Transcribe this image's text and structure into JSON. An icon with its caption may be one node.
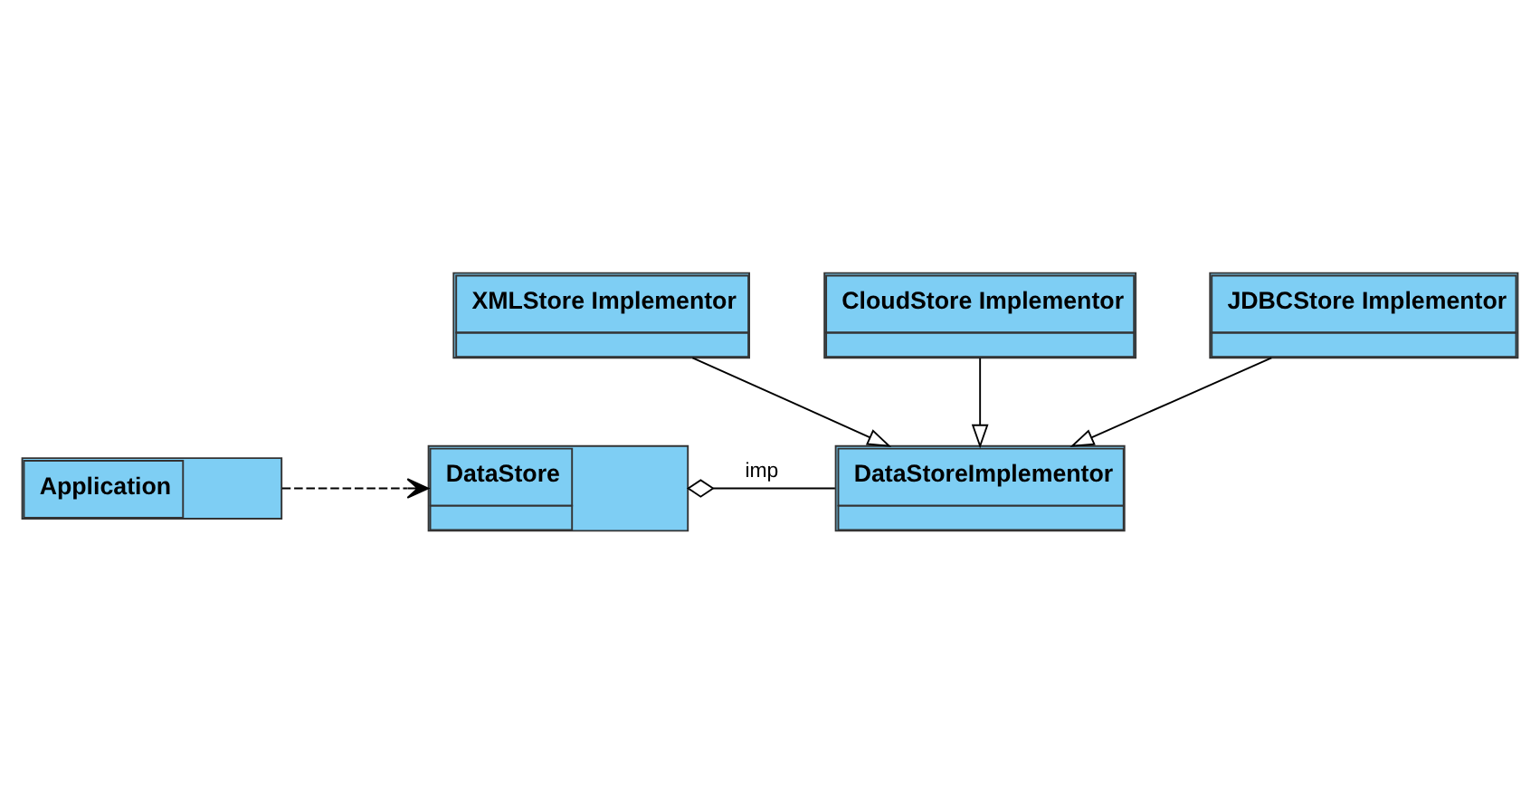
{
  "diagram": {
    "nodes": [
      {
        "text": [
          "Application"
        ]
      },
      {
        "text": [
          "DataStore"
        ]
      },
      {
        "text": [
          "DataStoreImplementor"
        ]
      },
      {
        "text": [
          "XMLStore Implementor"
        ]
      },
      {
        "text": [
          "CloudStore Implementor"
        ]
      },
      {
        "text": [
          "JDBCStore Implementor"
        ]
      }
    ],
    "edges": [
      {
        "from": 0,
        "to": 1,
        "arrow": "to",
        "style": "dashed"
      },
      {
        "from": 1,
        "to": 2,
        "arrow": "other",
        "label": "imp"
      },
      {
        "from": 3,
        "to": 2,
        "arrow": "to"
      },
      {
        "from": 4,
        "to": 2,
        "arrow": "to"
      },
      {
        "from": 5,
        "to": 2,
        "arrow": "to"
      }
    ]
  }
}
